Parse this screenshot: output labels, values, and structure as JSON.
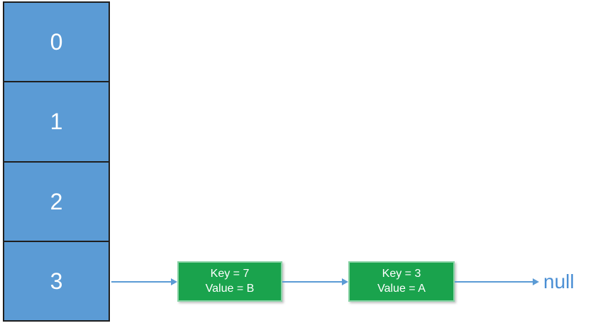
{
  "diagram": {
    "kind": "hash-table-separate-chaining",
    "colors": {
      "bucket_fill": "#5B9BD5",
      "bucket_border": "#1f1f1f",
      "node_fill": "#1AA34D",
      "node_border": "#8AD3A6",
      "arrow_color": "#5B9BD5",
      "null_text": "#4B8FD4",
      "label_text": "#ffffff"
    },
    "buckets": [
      {
        "label": "0"
      },
      {
        "label": "1"
      },
      {
        "label": "2"
      },
      {
        "label": "3"
      }
    ],
    "nodes": [
      {
        "key_line": "Key = 7",
        "value_line": "Value = B"
      },
      {
        "key_line": "Key = 3",
        "value_line": "Value = A"
      }
    ],
    "terminator": "null"
  }
}
